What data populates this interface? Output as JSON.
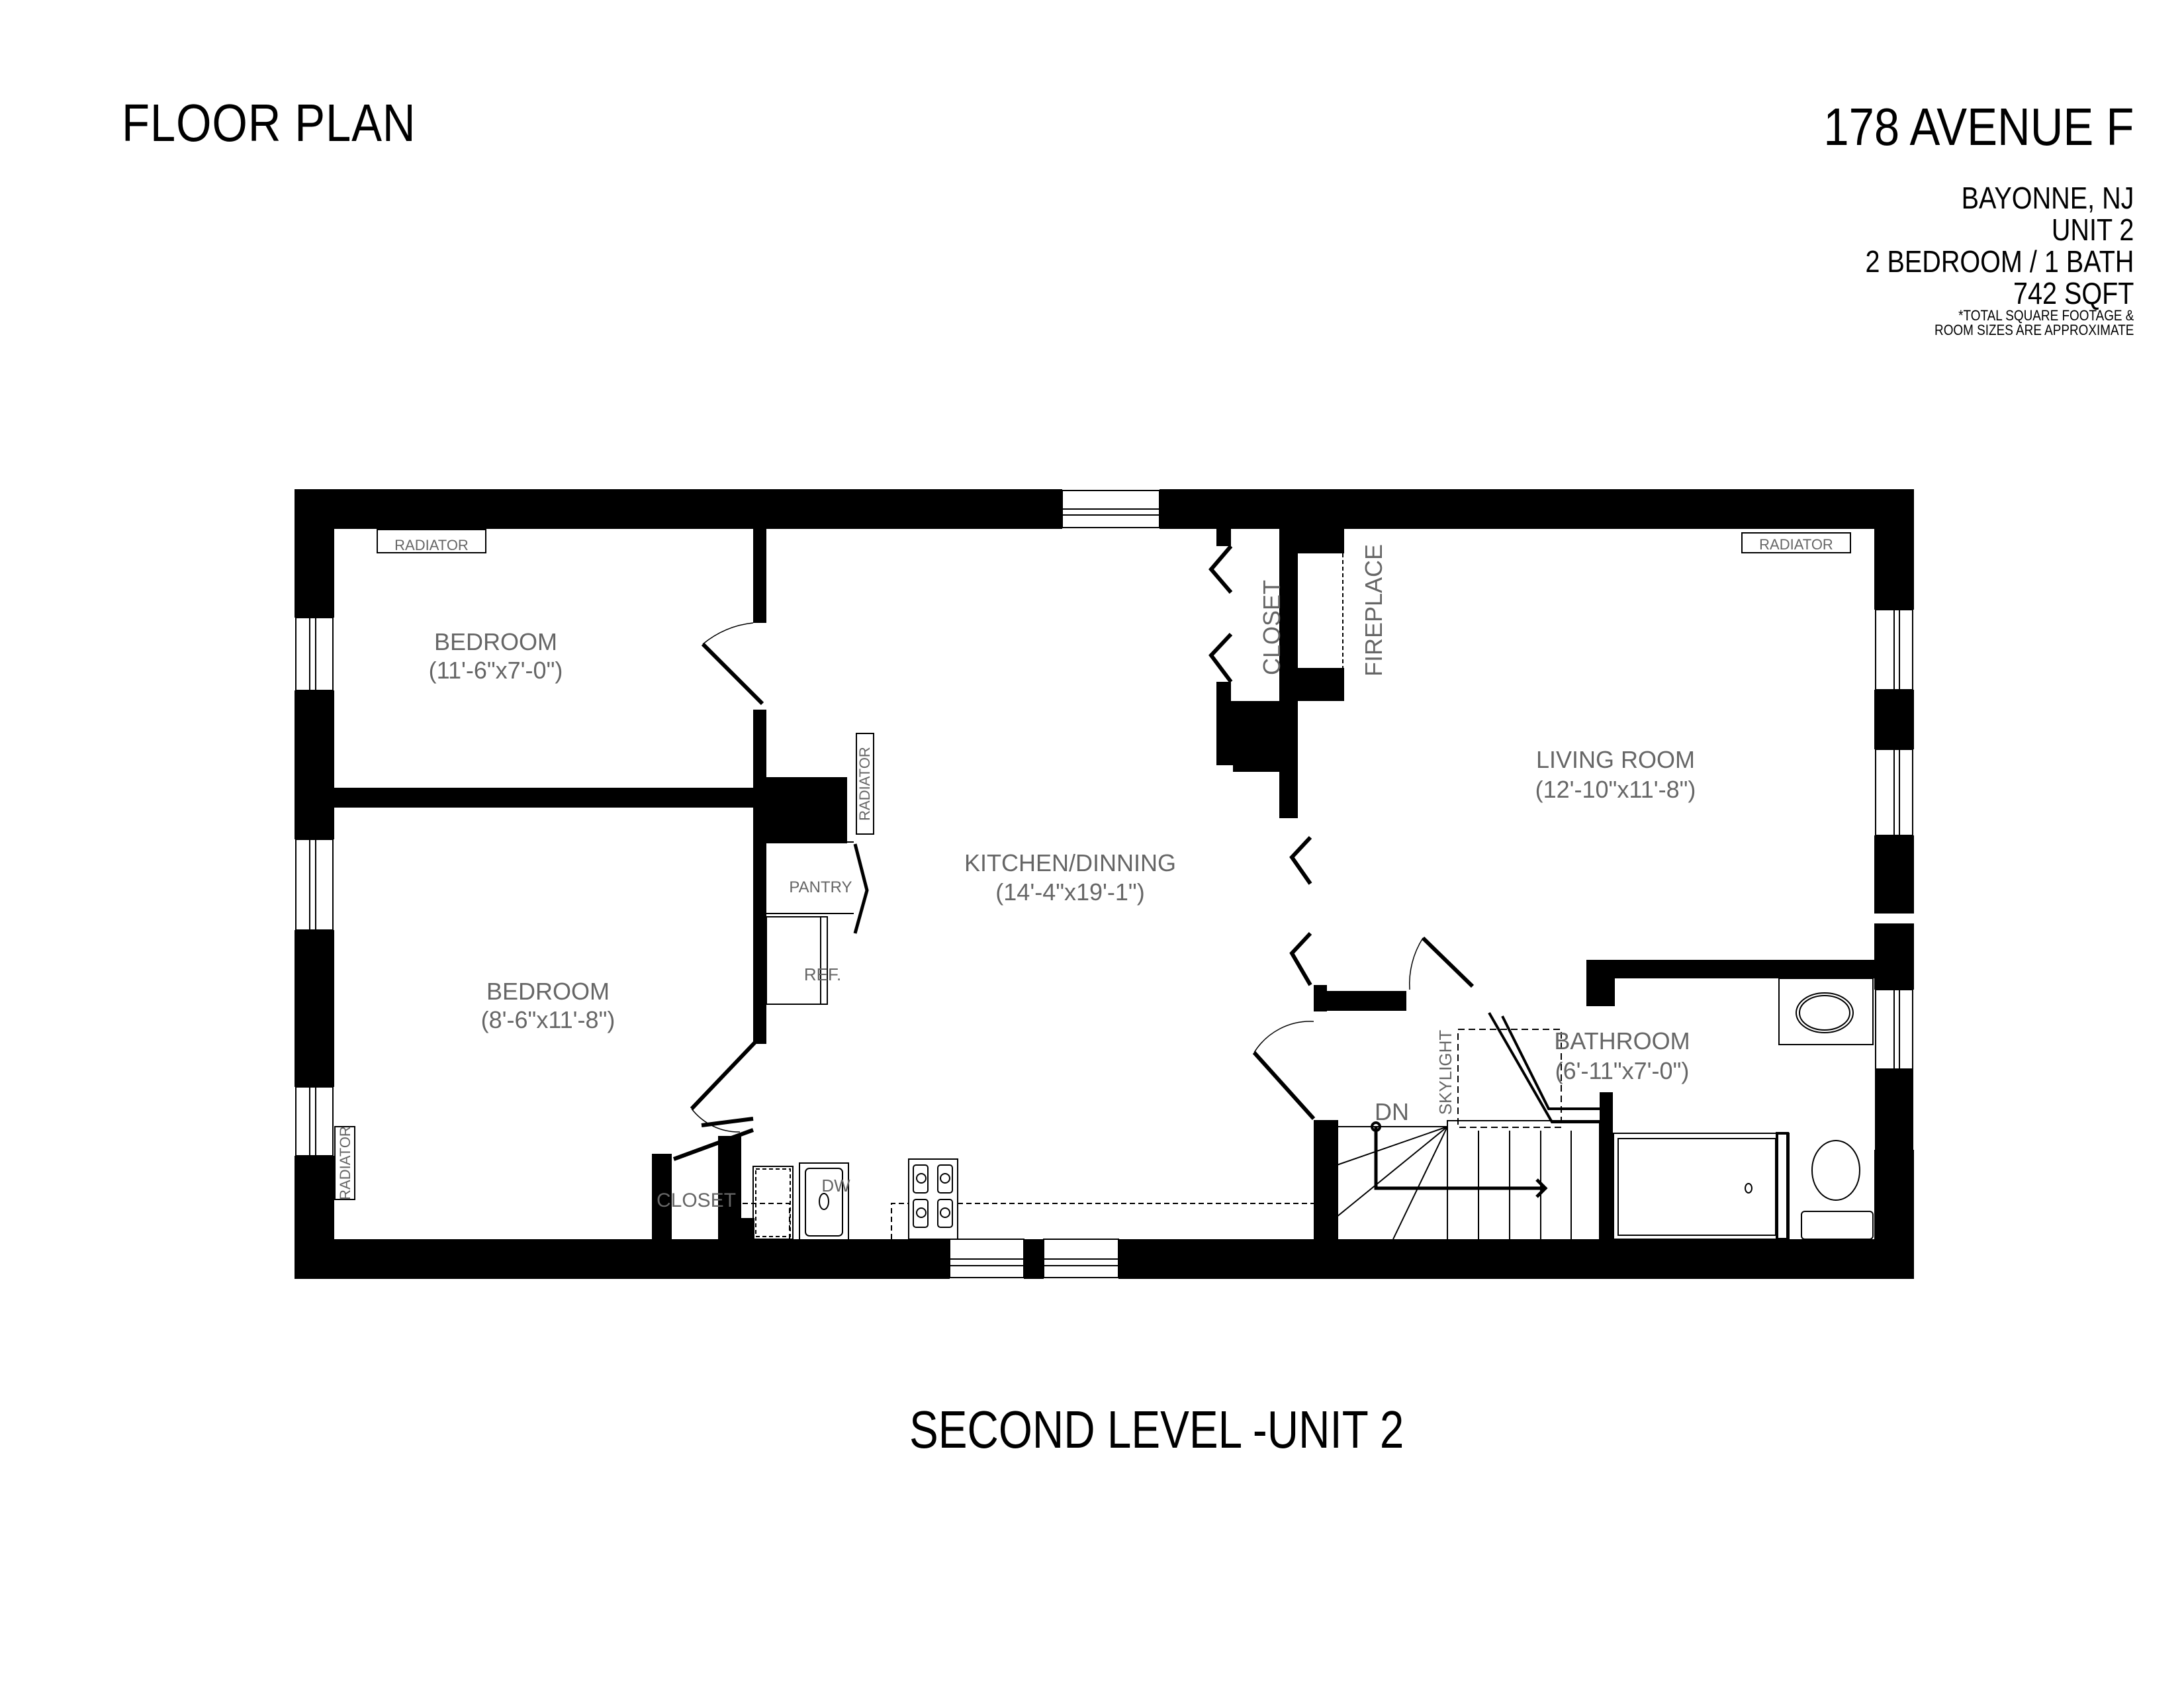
{
  "header": {
    "title": "FLOOR PLAN",
    "address": "178 AVENUE F",
    "city": "BAYONNE, NJ",
    "unit": "UNIT 2",
    "bed_bath": "2 BEDROOM / 1 BATH",
    "sqft": "742 SQFT",
    "note_line1": "*TOTAL SQUARE FOOTAGE &",
    "note_line2": "ROOM SIZES ARE APPROXIMATE"
  },
  "rooms": [
    {
      "name": "BEDROOM",
      "size": "(11'-6\"x7'-0\")"
    },
    {
      "name": "BEDROOM",
      "size": "(8'-6\"x11'-8\")"
    },
    {
      "name": "KITCHEN/DINNING",
      "size": "(14'-4\"x19'-1\")"
    },
    {
      "name": "LIVING ROOM",
      "size": "(12'-10\"x11'-8\")"
    },
    {
      "name": "BATHROOM",
      "size": "(6'-11\"x7'-0\")"
    }
  ],
  "fixtures": {
    "radiator": "RADIATOR",
    "closet": "CLOSET",
    "fireplace": "FIREPLACE",
    "pantry": "PANTRY",
    "ref": "REF.",
    "dw": "DW",
    "skylight": "SKYLIGHT",
    "dn": "DN"
  },
  "footer": {
    "level_title": "SECOND LEVEL -UNIT 2"
  }
}
